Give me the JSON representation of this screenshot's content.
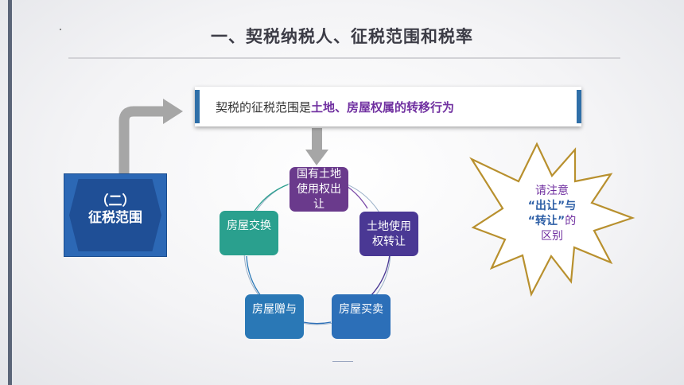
{
  "slide": {
    "title": "一、契税纳税人、征税范围和税率"
  },
  "definition": {
    "prefix": "契税的征税范围是",
    "highlight": "土地、房屋权属的转移行为"
  },
  "category": {
    "line1": "（二）",
    "line2": "征税范围"
  },
  "cycle": {
    "items": [
      {
        "label": "国有土地使用权出让"
      },
      {
        "label": "土地使用权转让"
      },
      {
        "label": "房屋买卖"
      },
      {
        "label": "房屋赠与"
      },
      {
        "label": "房屋交换"
      }
    ]
  },
  "note": {
    "line1": "请注意",
    "line2_bold": "“出让”",
    "line2_tail": "与",
    "line3_bold": "“转让”",
    "line3_tail": "的",
    "line4": "区别"
  },
  "colors": {
    "highlight": "#7030a0",
    "category_blue": "#2c68b5",
    "star_outline": "#b8902e",
    "arrow_gray": "#a6a6a6"
  }
}
